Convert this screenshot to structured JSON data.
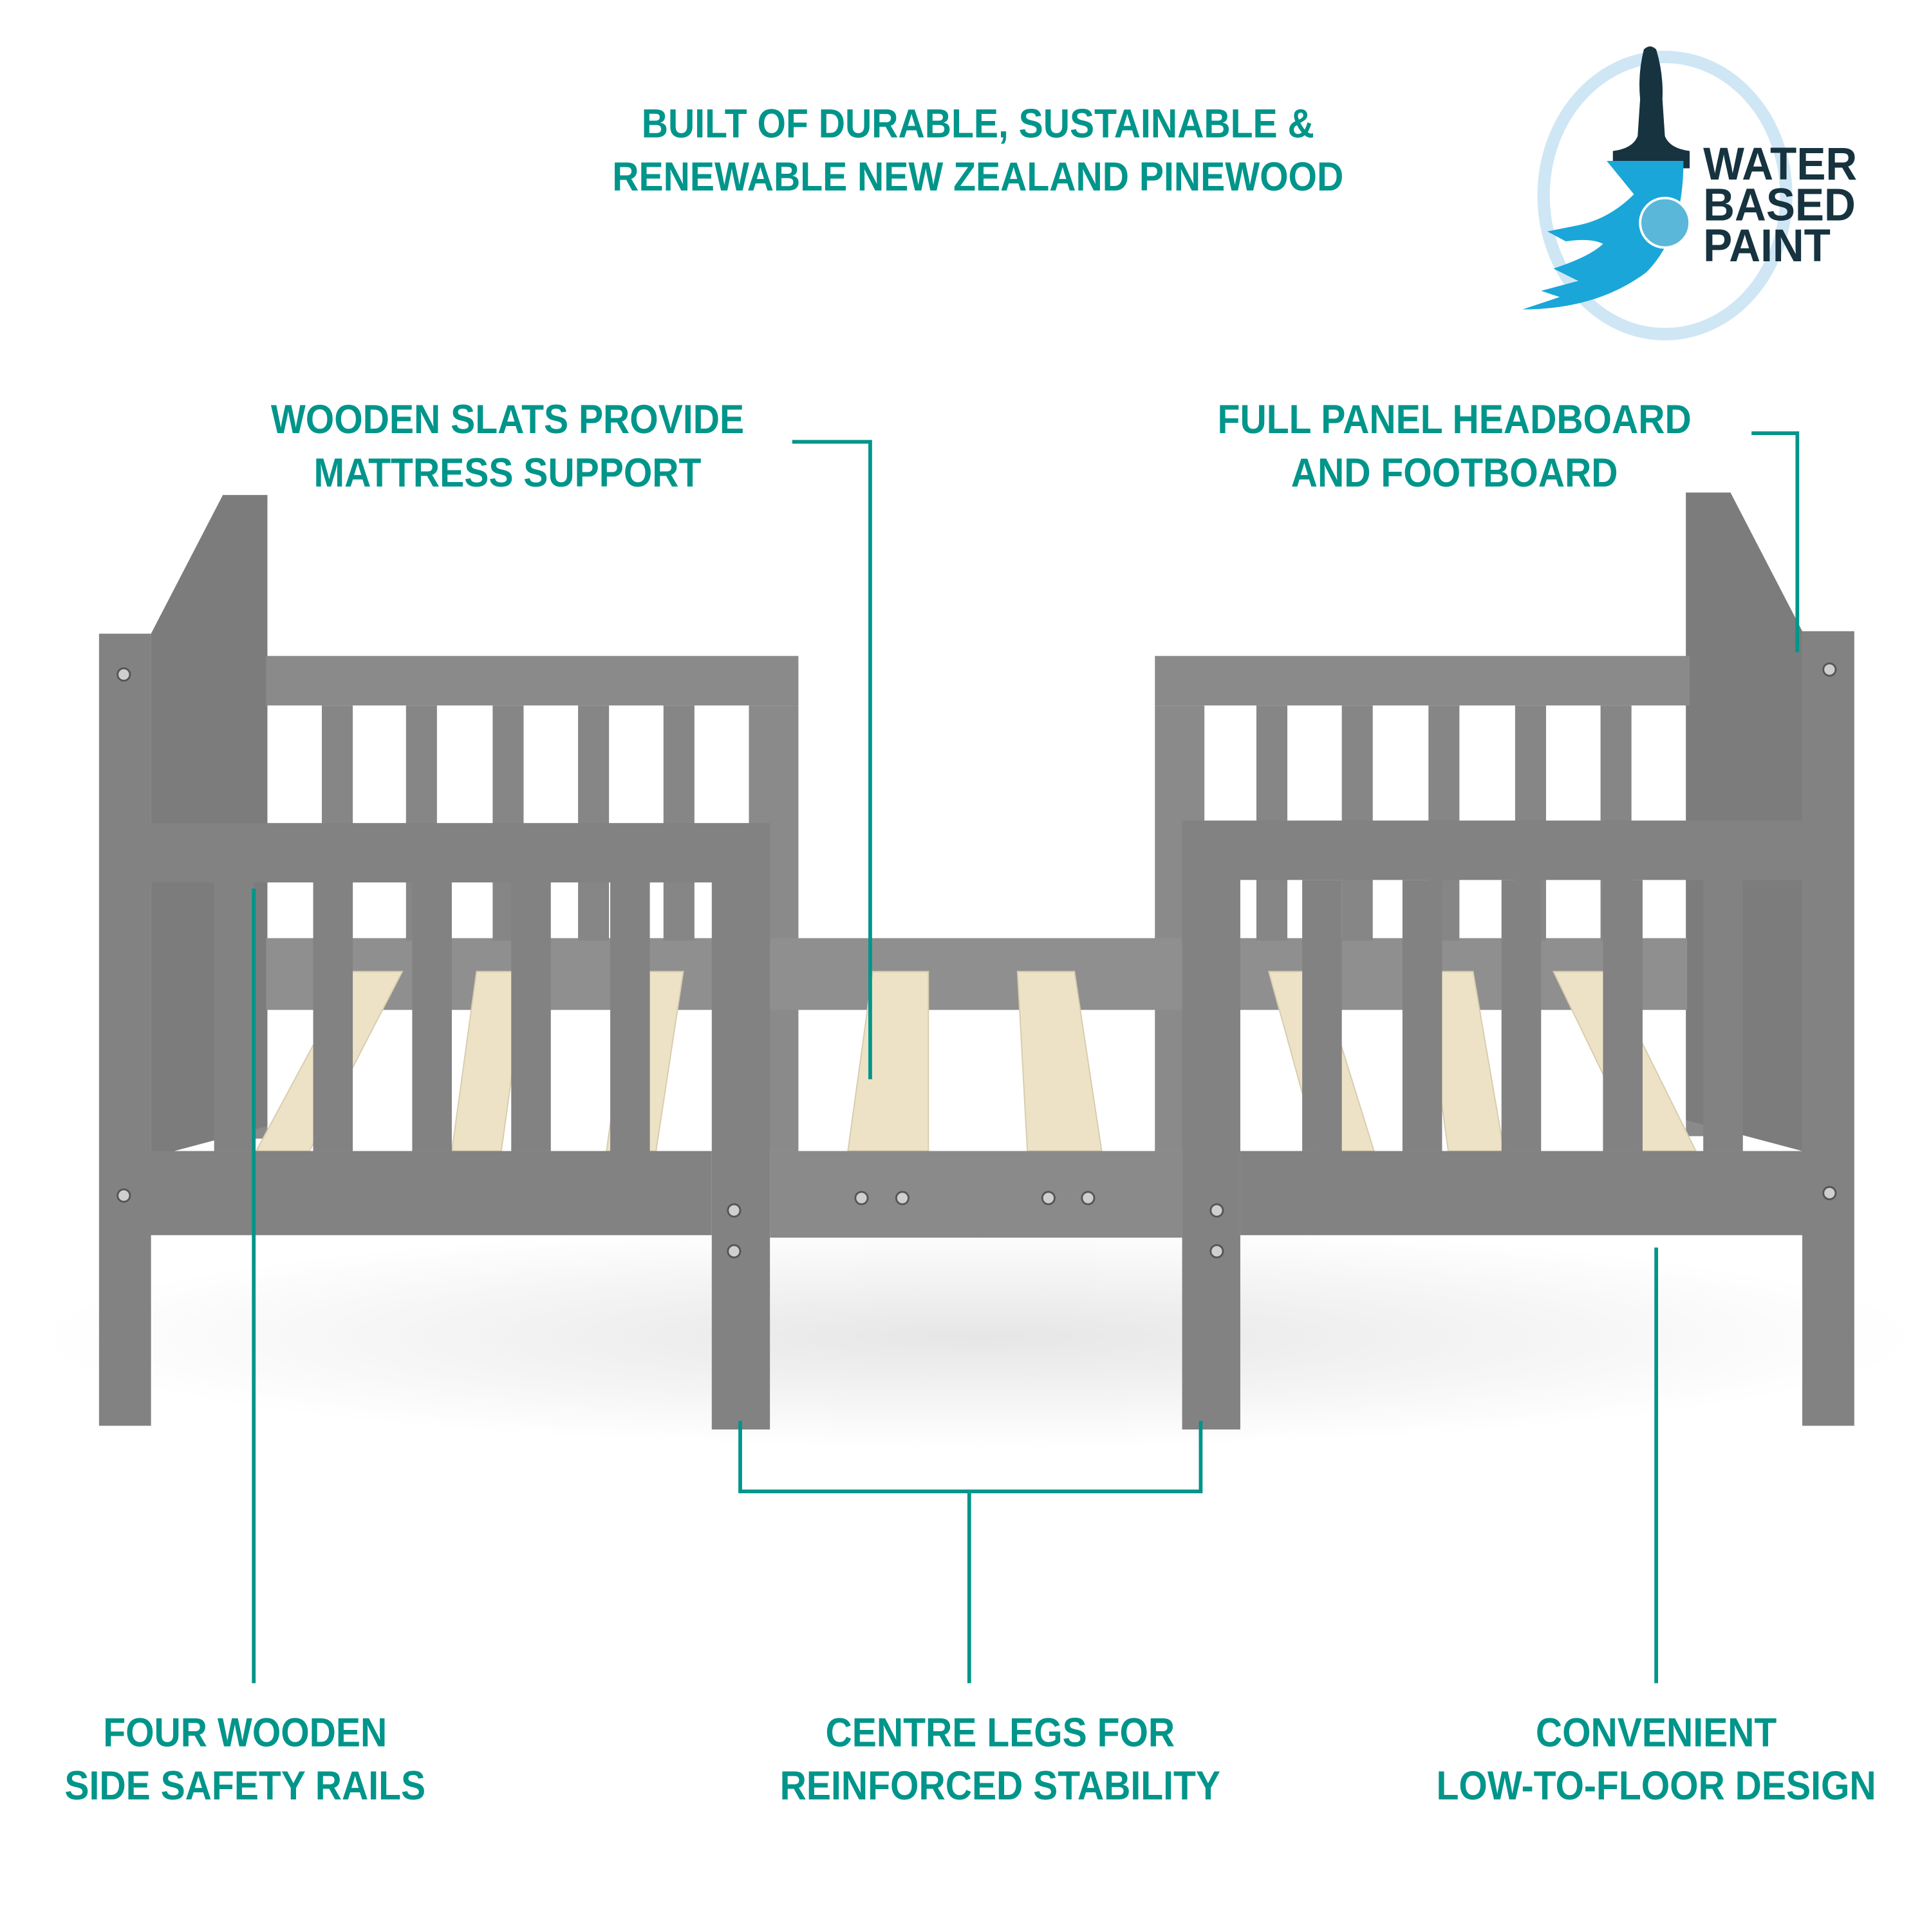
{
  "headline": {
    "line1": "BUILT OF DURABLE, SUSTAINABLE &",
    "line2": "RENEWABLE NEW ZEALAND PINEWOOD"
  },
  "badge": {
    "line1": "WATER",
    "line2": "BASED",
    "line3": "PAINT"
  },
  "callouts": {
    "slats": {
      "line1": "WOODEN SLATS PROVIDE",
      "line2": "MATTRESS SUPPORT"
    },
    "headboard": {
      "line1": "FULL PANEL HEADBOARD",
      "line2": "AND FOOTBOARD"
    },
    "rails": {
      "line1": "FOUR WOODEN",
      "line2": "SIDE SAFETY RAILS"
    },
    "legs": {
      "line1": "CENTRE LEGS FOR",
      "line2": "REINFORCED STABILITY"
    },
    "floor": {
      "line1": "CONVENIENT",
      "line2": "LOW-TO-FLOOR DESIGN"
    }
  },
  "colors": {
    "accent": "#00958a",
    "frame": "#828282",
    "slat": "#ede2c6",
    "logo_dark": "#16333f",
    "logo_blue": "#1aa6d8"
  }
}
